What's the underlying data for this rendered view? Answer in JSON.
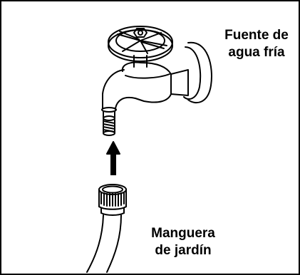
{
  "labels": {
    "faucet": [
      "Fuente de",
      "agua fría"
    ],
    "hose": [
      "Manguera",
      "de jardín"
    ]
  },
  "icons": {
    "faucet": "cold-water-faucet-icon",
    "hose": "garden-hose-icon",
    "arrow": "up-arrow-icon"
  },
  "colors": {
    "line": "#000000",
    "background": "#ffffff"
  }
}
